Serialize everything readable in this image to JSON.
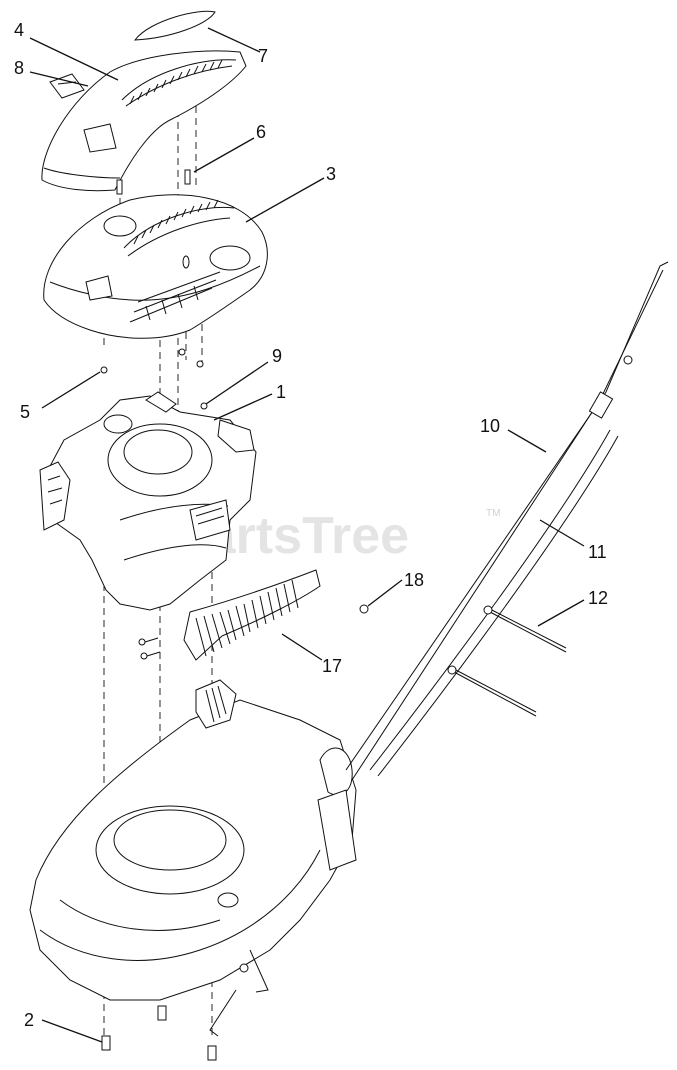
{
  "watermark": {
    "text": "PartsTree",
    "trademark": "TM"
  },
  "part_labels": {
    "p1": "1",
    "p2": "2",
    "p3": "3",
    "p4": "4",
    "p5": "5",
    "p6": "6",
    "p7": "7",
    "p8": "8",
    "p9": "9",
    "p10": "10",
    "p11": "11",
    "p12": "12",
    "p17": "17",
    "p18": "18"
  }
}
